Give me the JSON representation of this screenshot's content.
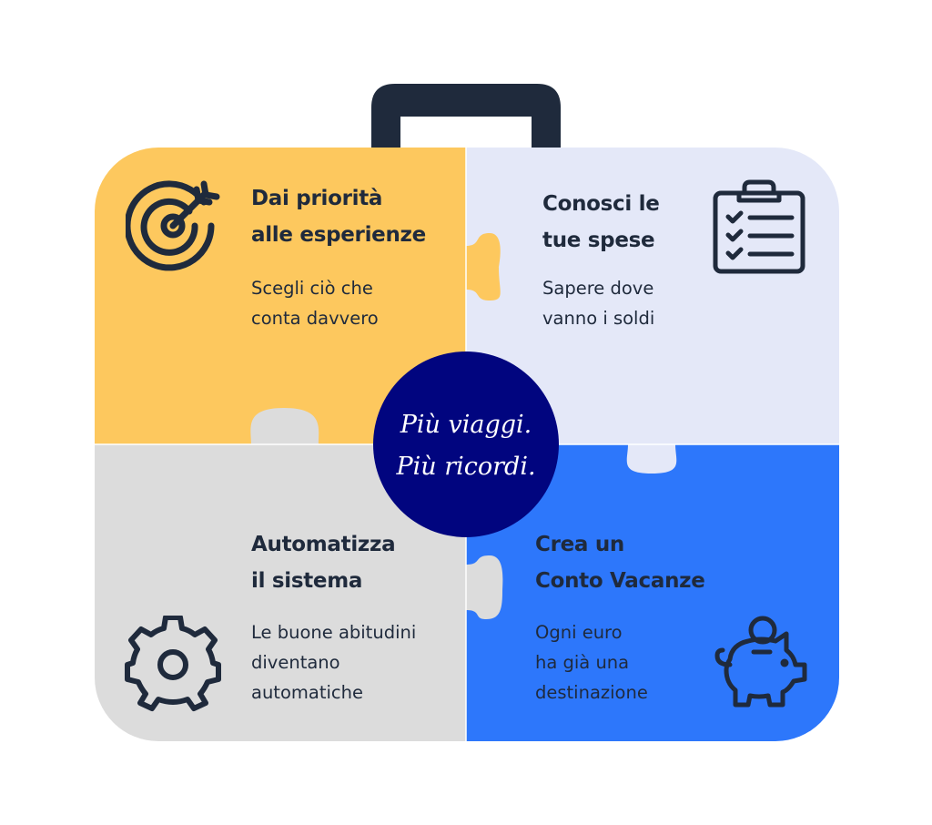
{
  "colors": {
    "handle": "#1f2a3c",
    "top_left": "#fdc85e",
    "top_right": "#e4e8f8",
    "bottom_left": "#dcdcdc",
    "bottom_right": "#2d77fb",
    "center": "#01057f",
    "text": "#1f2a3c"
  },
  "quadrants": {
    "top_left": {
      "title_lines": [
        "Dai priorità",
        "alle esperienze"
      ],
      "desc_lines": [
        "Scegli ciò che",
        "conta davvero"
      ],
      "icon": "target-icon"
    },
    "top_right": {
      "title_lines": [
        "Conosci le",
        "tue spese"
      ],
      "desc_lines": [
        "Sapere dove",
        "vanno i soldi"
      ],
      "icon": "clipboard-checklist-icon"
    },
    "bottom_left": {
      "title_lines": [
        "Automatizza",
        "il sistema"
      ],
      "desc_lines": [
        "Le buone abitudini",
        "diventano",
        "automatiche"
      ],
      "icon": "gear-icon"
    },
    "bottom_right": {
      "title_lines": [
        "Crea un",
        "Conto Vacanze"
      ],
      "desc_lines": [
        "Ogni euro",
        "ha già una",
        "destinazione"
      ],
      "icon": "piggy-bank-icon"
    }
  },
  "center": {
    "lines": [
      "Più viaggi.",
      "Più ricordi."
    ]
  }
}
